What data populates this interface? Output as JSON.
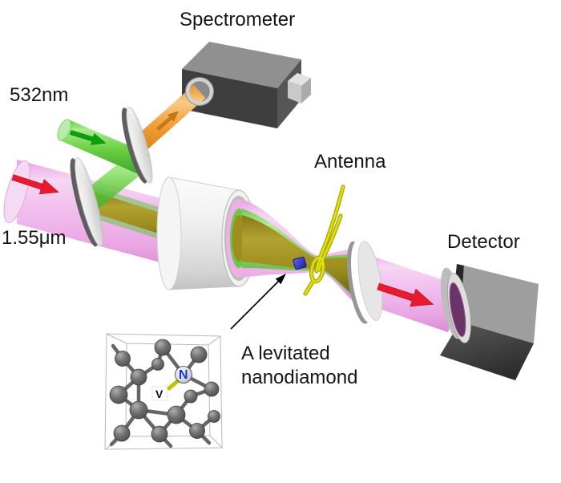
{
  "labels": {
    "spectrometer": "Spectrometer",
    "green_wavelength": "532nm",
    "ir_wavelength": "1.55μm",
    "antenna": "Antenna",
    "detector": "Detector",
    "nanodiamond_caption": "A levitated nanodiamond",
    "nitrogen": "N",
    "vacancy": "V"
  },
  "colors": {
    "background": "#ffffff",
    "ir_beam_pink": "#efb3ea",
    "green_beam": "#5fc93c",
    "fluorescence_orange": "#f3a23e",
    "combined_beam_olive": "#9d8f1f",
    "arrow_red": "#e81a2e",
    "arrow_green": "#0da00d",
    "arrow_orange": "#c87a12",
    "antenna_yellow": "#d2d200",
    "nanodiamond_blue": "#2a2ad0",
    "nitrogen_label_blue": "#1535cc",
    "instrument_dark_gray": "#3e3e3e",
    "instrument_light_gray": "#9e9e9e",
    "mirror_white": "#f2f2f2",
    "atom_gray": "#6f6f6f"
  }
}
